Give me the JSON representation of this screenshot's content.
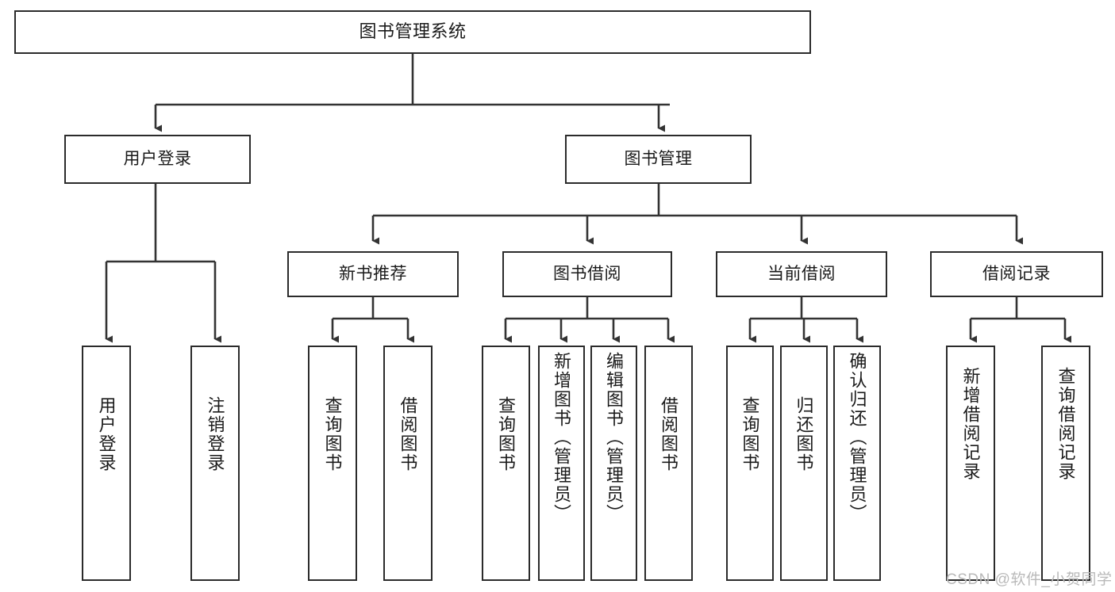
{
  "diagram": {
    "type": "tree-hierarchy-chart",
    "title": "图书管理系统",
    "colors": {
      "background": "#ffffff",
      "box_border": "#2b2b2b",
      "box_fill": "#ffffff",
      "connector": "#333333",
      "text": "#1a1a1a",
      "watermark": "#b9b9b9"
    },
    "root": {
      "label": "图书管理系统"
    },
    "level2": [
      {
        "label": "用户登录"
      },
      {
        "label": "图书管理"
      }
    ],
    "level3": [
      {
        "label": "新书推荐"
      },
      {
        "label": "图书借阅"
      },
      {
        "label": "当前借阅"
      },
      {
        "label": "借阅记录"
      }
    ],
    "leaves": {
      "user_login": [
        {
          "label": "用户登录"
        },
        {
          "label": "注销登录"
        }
      ],
      "new_book_recommend": [
        {
          "label": "查询图书"
        },
        {
          "label": "借阅图书"
        }
      ],
      "book_borrow": [
        {
          "label": "查询图书"
        },
        {
          "label": "新增图书（管理员）"
        },
        {
          "label": "编辑图书（管理员）"
        },
        {
          "label": "借阅图书"
        }
      ],
      "current_borrow": [
        {
          "label": "查询图书"
        },
        {
          "label": "归还图书"
        },
        {
          "label": "确认归还（管理员）"
        }
      ],
      "borrow_records": [
        {
          "label": "新增借阅记录"
        },
        {
          "label": "查询借阅记录"
        }
      ]
    },
    "watermark": "CSDN @软件_小贺同学"
  }
}
